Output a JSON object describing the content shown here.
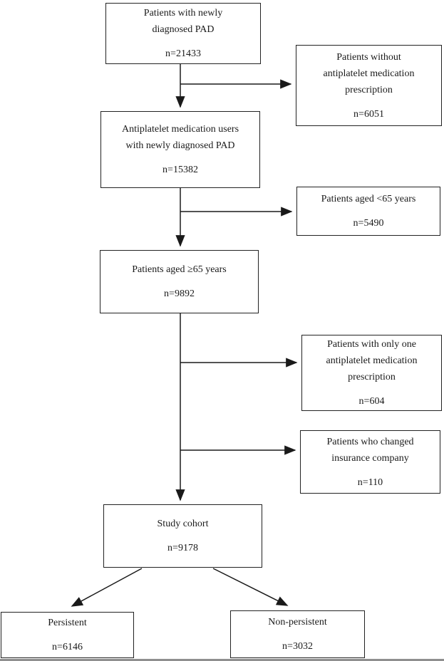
{
  "nodes": {
    "newlyDiagnosed": {
      "label": "Patients with newly\ndiagnosed PAD",
      "n": "n=21433"
    },
    "withoutPrescription": {
      "label": "Patients without\nantiplatelet medication\nprescription",
      "n": "n=6051"
    },
    "antiplateletUsers": {
      "label": "Antiplatelet medication users\nwith newly diagnosed PAD",
      "n": "n=15382"
    },
    "agedUnder65": {
      "label": "Patients aged <65 years",
      "n": "n=5490"
    },
    "aged65Plus": {
      "label": "Patients aged ≥65 years",
      "n": "n=9892"
    },
    "onlyOnePrescription": {
      "label": "Patients with only one\nantiplatelet medication\nprescription",
      "n": "n=604"
    },
    "changedInsurance": {
      "label": "Patients who changed\ninsurance company",
      "n": "n=110"
    },
    "studyCohort": {
      "label": "Study cohort",
      "n": "n=9178"
    },
    "persistent": {
      "label": "Persistent",
      "n": "n=6146"
    },
    "nonPersistent": {
      "label": "Non-persistent",
      "n": "n=3032"
    }
  },
  "colors": {
    "line": "#1a1a1a",
    "border": "#222222",
    "background": "#ffffff"
  }
}
